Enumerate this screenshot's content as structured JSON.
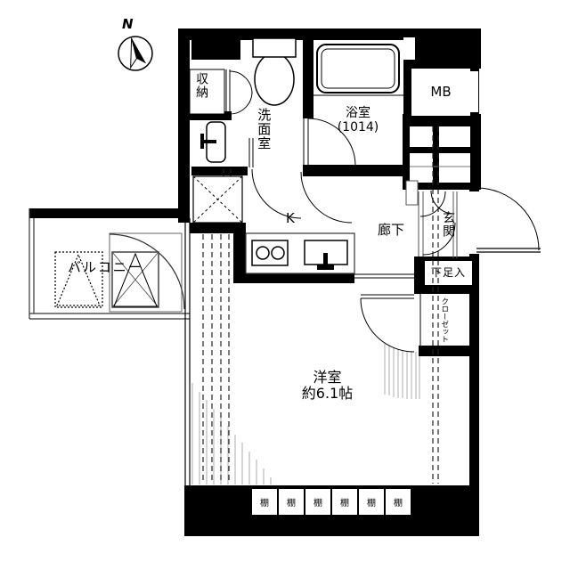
{
  "compass": {
    "north_label": "N"
  },
  "labels": {
    "storage": "収納",
    "washroom": "洗面室",
    "bathroom": "浴室",
    "bathroom_size": "(1014)",
    "meter_box": "MB",
    "kitchen": "K",
    "hallway": "廊下",
    "entrance": "玄関",
    "shoe_cabinet": "下足入",
    "closet": "クローゼット",
    "western_room": "洋室",
    "western_room_size": "約6.1帖",
    "balcony": "バルコニー"
  },
  "shelves": [
    "棚",
    "棚",
    "棚",
    "棚",
    "棚",
    "棚"
  ],
  "colors": {
    "wall": "#000000",
    "background": "#ffffff",
    "thin_line": "#222222",
    "hatch": "#999999"
  }
}
